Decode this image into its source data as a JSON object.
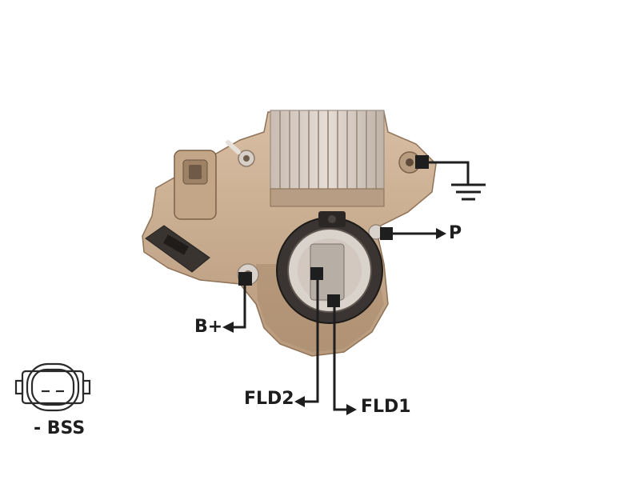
{
  "terminals": {
    "p": "P",
    "b_plus": "B+",
    "fld2": "FLD2",
    "fld1": "FLD1",
    "connector": "- BSS"
  },
  "icons": {
    "ground": "ground-icon",
    "connector": "two-pin-connector-icon"
  },
  "colors": {
    "line": "#1e1e1e",
    "housing": "#c8ab8e",
    "heatsink": "#d9d0c9",
    "seal": "#2e2a27"
  }
}
